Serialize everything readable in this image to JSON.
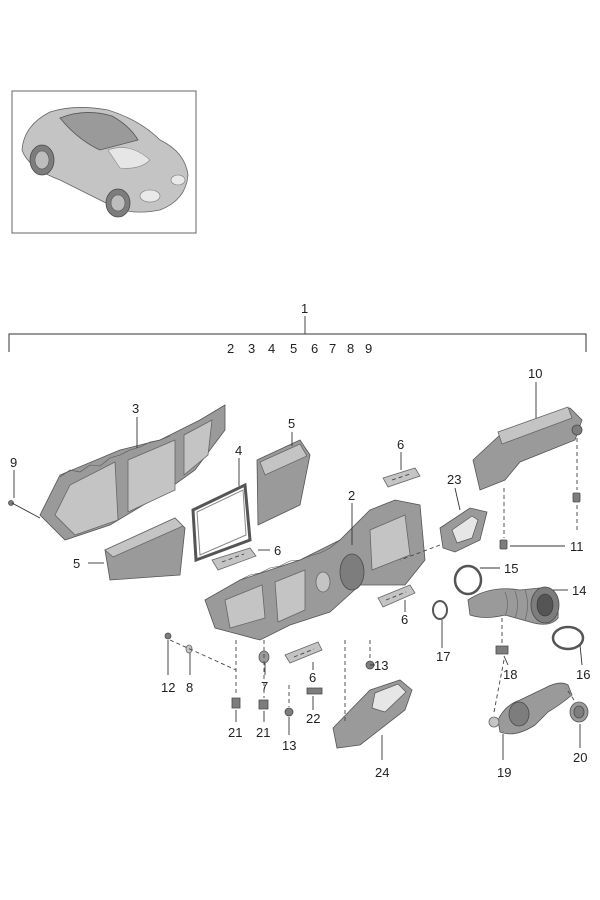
{
  "callouts": {
    "c1": "1",
    "c2": "2",
    "c3": "3",
    "c4": "4",
    "c5a": "5",
    "c5b": "5",
    "c6a": "6",
    "c6b": "6",
    "c6c": "6",
    "c6d": "6",
    "c7": "7",
    "c8": "8",
    "c9": "9",
    "c10": "10",
    "c11": "11",
    "c12": "12",
    "c13a": "13",
    "c13b": "13",
    "c14": "14",
    "c15": "15",
    "c16": "16",
    "c17": "17",
    "c18": "18",
    "c19": "19",
    "c20": "20",
    "c21a": "21",
    "c21b": "21",
    "c22": "22",
    "c23": "23",
    "c24": "24"
  },
  "assembly_subparts": [
    "2",
    "3",
    "4",
    "5",
    "6",
    "7",
    "8",
    "9"
  ],
  "colors": {
    "part_grey": "#9a9a9a",
    "line": "#333333"
  }
}
